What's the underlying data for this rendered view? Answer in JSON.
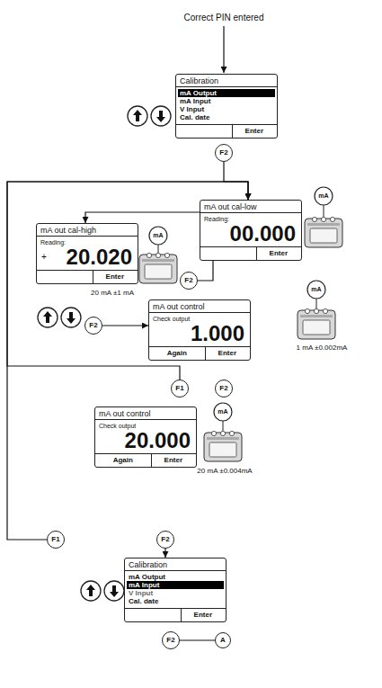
{
  "diagram": {
    "nodes": [
      {
        "text": [
          "Calibration",
          "mA Output",
          "mA Input",
          "V Input",
          "Cal. date",
          "Enter"
        ]
      },
      {
        "text": [
          "F2"
        ]
      },
      {
        "text": [
          "mA out cal-low",
          "Reading:",
          "00.000",
          "Enter"
        ]
      },
      {
        "text": [
          "mA out cal-high",
          "Reading:",
          "+",
          "20.020",
          "Enter"
        ]
      },
      {
        "text": [
          "F2"
        ]
      },
      {
        "text": [
          "F2"
        ]
      },
      {
        "text": [
          "mA out control",
          "Check output",
          "1.000",
          "Again",
          "Enter"
        ]
      },
      {
        "text": [
          "F1"
        ]
      },
      {
        "text": [
          "F2"
        ]
      },
      {
        "text": [
          "mA out control",
          "Check output",
          "20.000",
          "Again",
          "Enter"
        ]
      },
      {
        "text": [
          "F1"
        ]
      },
      {
        "text": [
          "F2"
        ]
      },
      {
        "text": [
          "Calibration",
          "mA Output",
          "mA Input",
          "V Input",
          "Cal. date",
          "Enter"
        ]
      },
      {
        "text": [
          "F2"
        ]
      },
      {
        "text": [
          "A"
        ]
      }
    ],
    "edges": [
      {
        "from": 1,
        "to": 2,
        "arrow": "to"
      },
      {
        "from": 2,
        "to": 3,
        "arrow": "to"
      },
      {
        "from": 2,
        "to": 4,
        "arrow": "none"
      },
      {
        "from": 5,
        "to": 6,
        "arrow": "to"
      },
      {
        "from": 7,
        "to": 2,
        "arrow": "to"
      },
      {
        "from": 10,
        "to": 2,
        "arrow": "to"
      },
      {
        "from": 11,
        "to": 12,
        "arrow": "to"
      },
      {
        "from": 13,
        "to": 14,
        "arrow": "none"
      }
    ],
    "labels": [
      "Correct PIN entered",
      "mA",
      "mA",
      "20 mA ±1 mA",
      "mA",
      "1 mA ±0.002mA",
      "mA",
      "20 mA ±0.004mA"
    ]
  }
}
